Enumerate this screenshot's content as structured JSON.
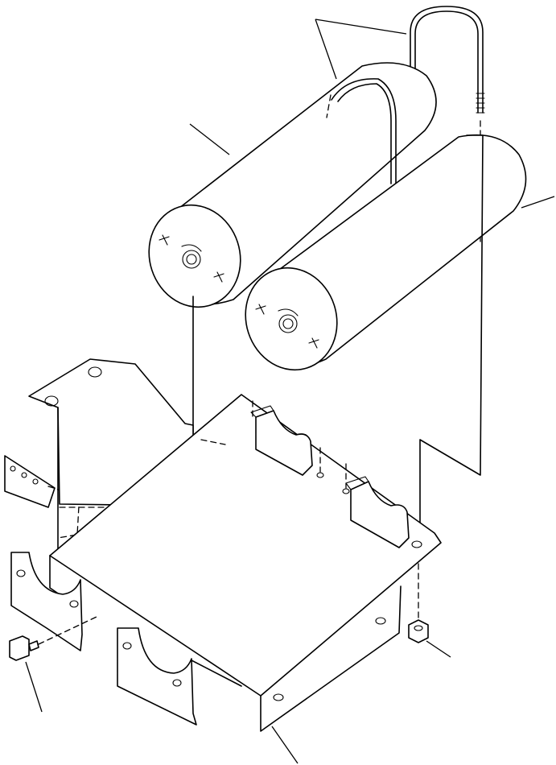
{
  "diagram": {
    "kind": "exploded-parts-drawing",
    "subject": "air-tanks-and-mounting-bracket",
    "parts": [
      {
        "id": "hose-u",
        "icon": "u-hose-icon"
      },
      {
        "id": "tank-1",
        "icon": "cylinder-tank-icon"
      },
      {
        "id": "tank-2",
        "icon": "cylinder-tank-icon"
      },
      {
        "id": "bracket",
        "icon": "bracket-plate-icon"
      },
      {
        "id": "strap-plate",
        "icon": "perforated-strap-icon"
      },
      {
        "id": "saddle-clamp-1",
        "icon": "saddle-clamp-icon"
      },
      {
        "id": "saddle-clamp-2",
        "icon": "saddle-clamp-icon"
      },
      {
        "id": "bolt",
        "icon": "bolt-icon"
      },
      {
        "id": "nut",
        "icon": "nut-icon"
      }
    ],
    "line_color": "#000000",
    "background": "#ffffff"
  }
}
